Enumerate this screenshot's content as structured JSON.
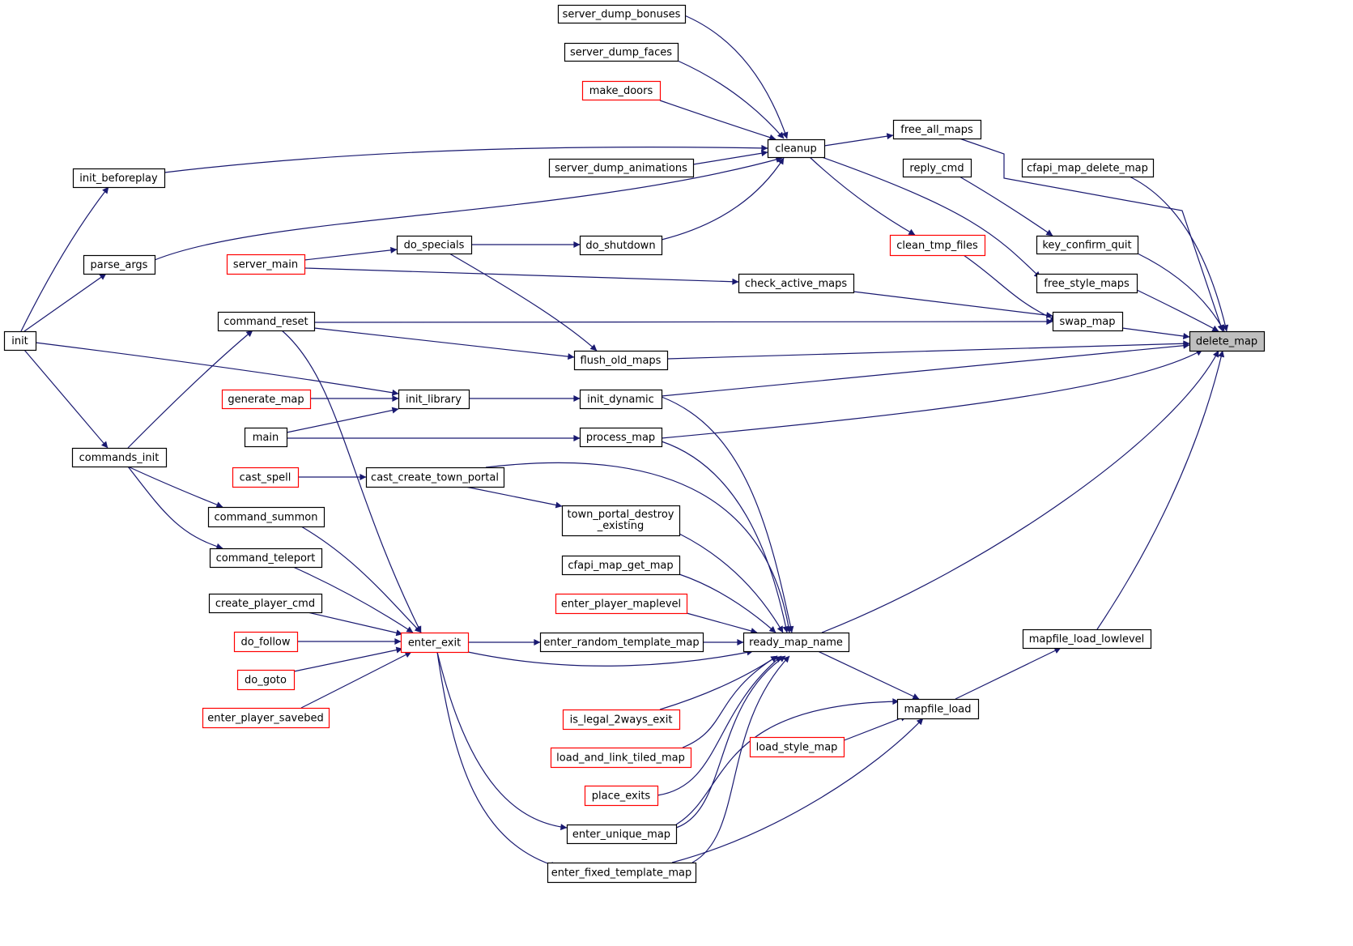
{
  "graph": {
    "focus": "delete_map",
    "colors": {
      "edge": "#191970",
      "node_border": "#000000",
      "node_border_incomplete": "#ff0000",
      "node_fill": "#ffffff",
      "focus_fill": "#bfbfbf"
    },
    "nodes": [
      {
        "id": "server_dump_bonuses",
        "label": "server_dump_bonuses",
        "incomplete": false
      },
      {
        "id": "server_dump_faces",
        "label": "server_dump_faces",
        "incomplete": false
      },
      {
        "id": "make_doors",
        "label": "make_doors",
        "incomplete": true
      },
      {
        "id": "cleanup",
        "label": "cleanup",
        "incomplete": false
      },
      {
        "id": "server_dump_animations",
        "label": "server_dump_animations",
        "incomplete": false
      },
      {
        "id": "init_beforeplay",
        "label": "init_beforeplay",
        "incomplete": false
      },
      {
        "id": "parse_args",
        "label": "parse_args",
        "incomplete": false
      },
      {
        "id": "init",
        "label": "init",
        "incomplete": false
      },
      {
        "id": "free_all_maps",
        "label": "free_all_maps",
        "incomplete": false
      },
      {
        "id": "reply_cmd",
        "label": "reply_cmd",
        "incomplete": false
      },
      {
        "id": "cfapi_map_delete_map",
        "label": "cfapi_map_delete_map",
        "incomplete": false
      },
      {
        "id": "key_confirm_quit",
        "label": "key_confirm_quit",
        "incomplete": false
      },
      {
        "id": "clean_tmp_files",
        "label": "clean_tmp_files",
        "incomplete": true
      },
      {
        "id": "do_shutdown",
        "label": "do_shutdown",
        "incomplete": false
      },
      {
        "id": "do_specials",
        "label": "do_specials",
        "incomplete": false
      },
      {
        "id": "server_main",
        "label": "server_main",
        "incomplete": true
      },
      {
        "id": "free_style_maps",
        "label": "free_style_maps",
        "incomplete": false
      },
      {
        "id": "check_active_maps",
        "label": "check_active_maps",
        "incomplete": false
      },
      {
        "id": "swap_map",
        "label": "swap_map",
        "incomplete": false
      },
      {
        "id": "command_reset",
        "label": "command_reset",
        "incomplete": false
      },
      {
        "id": "delete_map",
        "label": "delete_map",
        "incomplete": false
      },
      {
        "id": "flush_old_maps",
        "label": "flush_old_maps",
        "incomplete": false
      },
      {
        "id": "generate_map",
        "label": "generate_map",
        "incomplete": true
      },
      {
        "id": "init_library",
        "label": "init_library",
        "incomplete": false
      },
      {
        "id": "init_dynamic",
        "label": "init_dynamic",
        "incomplete": false
      },
      {
        "id": "main",
        "label": "main",
        "incomplete": false
      },
      {
        "id": "process_map",
        "label": "process_map",
        "incomplete": false
      },
      {
        "id": "commands_init",
        "label": "commands_init",
        "incomplete": false
      },
      {
        "id": "cast_spell",
        "label": "cast_spell",
        "incomplete": true
      },
      {
        "id": "cast_create_town_portal",
        "label": "cast_create_town_portal",
        "incomplete": false
      },
      {
        "id": "town_portal_destroy_existing",
        "label": "town_portal_destroy\n_existing",
        "incomplete": false
      },
      {
        "id": "command_summon",
        "label": "command_summon",
        "incomplete": false
      },
      {
        "id": "command_teleport",
        "label": "command_teleport",
        "incomplete": false
      },
      {
        "id": "cfapi_map_get_map",
        "label": "cfapi_map_get_map",
        "incomplete": false
      },
      {
        "id": "create_player_cmd",
        "label": "create_player_cmd",
        "incomplete": false
      },
      {
        "id": "enter_player_maplevel",
        "label": "enter_player_maplevel",
        "incomplete": true
      },
      {
        "id": "do_follow",
        "label": "do_follow",
        "incomplete": true
      },
      {
        "id": "enter_exit",
        "label": "enter_exit",
        "incomplete": true
      },
      {
        "id": "enter_random_template_map",
        "label": "enter_random_template_map",
        "incomplete": false
      },
      {
        "id": "ready_map_name",
        "label": "ready_map_name",
        "incomplete": false
      },
      {
        "id": "mapfile_load_lowlevel",
        "label": "mapfile_load_lowlevel",
        "incomplete": false
      },
      {
        "id": "do_goto",
        "label": "do_goto",
        "incomplete": true
      },
      {
        "id": "mapfile_load",
        "label": "mapfile_load",
        "incomplete": false
      },
      {
        "id": "enter_player_savebed",
        "label": "enter_player_savebed",
        "incomplete": true
      },
      {
        "id": "is_legal_2ways_exit",
        "label": "is_legal_2ways_exit",
        "incomplete": true
      },
      {
        "id": "load_style_map",
        "label": "load_style_map",
        "incomplete": true
      },
      {
        "id": "load_and_link_tiled_map",
        "label": "load_and_link_tiled_map",
        "incomplete": true
      },
      {
        "id": "place_exits",
        "label": "place_exits",
        "incomplete": true
      },
      {
        "id": "enter_unique_map",
        "label": "enter_unique_map",
        "incomplete": false
      },
      {
        "id": "enter_fixed_template_map",
        "label": "enter_fixed_template_map",
        "incomplete": false
      }
    ],
    "edges": [
      {
        "from": "server_dump_bonuses",
        "to": "cleanup"
      },
      {
        "from": "server_dump_faces",
        "to": "cleanup"
      },
      {
        "from": "make_doors",
        "to": "cleanup"
      },
      {
        "from": "init_beforeplay",
        "to": "cleanup"
      },
      {
        "from": "server_dump_animations",
        "to": "cleanup"
      },
      {
        "from": "parse_args",
        "to": "cleanup"
      },
      {
        "from": "do_shutdown",
        "to": "cleanup"
      },
      {
        "from": "init",
        "to": "init_beforeplay"
      },
      {
        "from": "init",
        "to": "parse_args"
      },
      {
        "from": "init",
        "to": "commands_init"
      },
      {
        "from": "init",
        "to": "init_library"
      },
      {
        "from": "cleanup",
        "to": "free_all_maps"
      },
      {
        "from": "cleanup",
        "to": "clean_tmp_files"
      },
      {
        "from": "cleanup",
        "to": "free_style_maps"
      },
      {
        "from": "free_all_maps",
        "to": "delete_map"
      },
      {
        "from": "cfapi_map_delete_map",
        "to": "delete_map"
      },
      {
        "from": "reply_cmd",
        "to": "key_confirm_quit"
      },
      {
        "from": "key_confirm_quit",
        "to": "delete_map"
      },
      {
        "from": "free_style_maps",
        "to": "delete_map"
      },
      {
        "from": "clean_tmp_files",
        "to": "swap_map"
      },
      {
        "from": "check_active_maps",
        "to": "swap_map"
      },
      {
        "from": "command_reset",
        "to": "swap_map"
      },
      {
        "from": "swap_map",
        "to": "delete_map"
      },
      {
        "from": "server_main",
        "to": "do_specials"
      },
      {
        "from": "server_main",
        "to": "check_active_maps"
      },
      {
        "from": "do_specials",
        "to": "do_shutdown"
      },
      {
        "from": "do_specials",
        "to": "flush_old_maps"
      },
      {
        "from": "command_reset",
        "to": "flush_old_maps"
      },
      {
        "from": "flush_old_maps",
        "to": "delete_map"
      },
      {
        "from": "commands_init",
        "to": "command_reset"
      },
      {
        "from": "commands_init",
        "to": "command_summon"
      },
      {
        "from": "commands_init",
        "to": "command_teleport"
      },
      {
        "from": "generate_map",
        "to": "init_library"
      },
      {
        "from": "main",
        "to": "init_library"
      },
      {
        "from": "main",
        "to": "process_map"
      },
      {
        "from": "init_library",
        "to": "init_dynamic"
      },
      {
        "from": "init_dynamic",
        "to": "delete_map"
      },
      {
        "from": "process_map",
        "to": "delete_map"
      },
      {
        "from": "cast_spell",
        "to": "cast_create_town_portal"
      },
      {
        "from": "cast_create_town_portal",
        "to": "town_portal_destroy_existing"
      },
      {
        "from": "cast_create_town_portal",
        "to": "ready_map_name"
      },
      {
        "from": "town_portal_destroy_existing",
        "to": "ready_map_name"
      },
      {
        "from": "init_dynamic",
        "to": "ready_map_name"
      },
      {
        "from": "process_map",
        "to": "ready_map_name"
      },
      {
        "from": "cfapi_map_get_map",
        "to": "ready_map_name"
      },
      {
        "from": "enter_player_maplevel",
        "to": "ready_map_name"
      },
      {
        "from": "enter_random_template_map",
        "to": "ready_map_name"
      },
      {
        "from": "enter_exit",
        "to": "enter_random_template_map"
      },
      {
        "from": "enter_exit",
        "to": "ready_map_name"
      },
      {
        "from": "command_reset",
        "to": "enter_exit"
      },
      {
        "from": "command_summon",
        "to": "enter_exit"
      },
      {
        "from": "command_teleport",
        "to": "enter_exit"
      },
      {
        "from": "create_player_cmd",
        "to": "enter_exit"
      },
      {
        "from": "do_follow",
        "to": "enter_exit"
      },
      {
        "from": "do_goto",
        "to": "enter_exit"
      },
      {
        "from": "enter_player_savebed",
        "to": "enter_exit"
      },
      {
        "from": "enter_exit",
        "to": "enter_unique_map"
      },
      {
        "from": "enter_exit",
        "to": "enter_fixed_template_map"
      },
      {
        "from": "is_legal_2ways_exit",
        "to": "ready_map_name"
      },
      {
        "from": "load_and_link_tiled_map",
        "to": "ready_map_name"
      },
      {
        "from": "place_exits",
        "to": "ready_map_name"
      },
      {
        "from": "enter_unique_map",
        "to": "ready_map_name"
      },
      {
        "from": "enter_fixed_template_map",
        "to": "ready_map_name"
      },
      {
        "from": "ready_map_name",
        "to": "delete_map"
      },
      {
        "from": "ready_map_name",
        "to": "mapfile_load"
      },
      {
        "from": "mapfile_load_lowlevel",
        "to": "delete_map"
      },
      {
        "from": "mapfile_load",
        "to": "mapfile_load_lowlevel"
      },
      {
        "from": "load_style_map",
        "to": "mapfile_load"
      },
      {
        "from": "enter_unique_map",
        "to": "mapfile_load"
      },
      {
        "from": "enter_fixed_template_map",
        "to": "mapfile_load"
      }
    ]
  }
}
